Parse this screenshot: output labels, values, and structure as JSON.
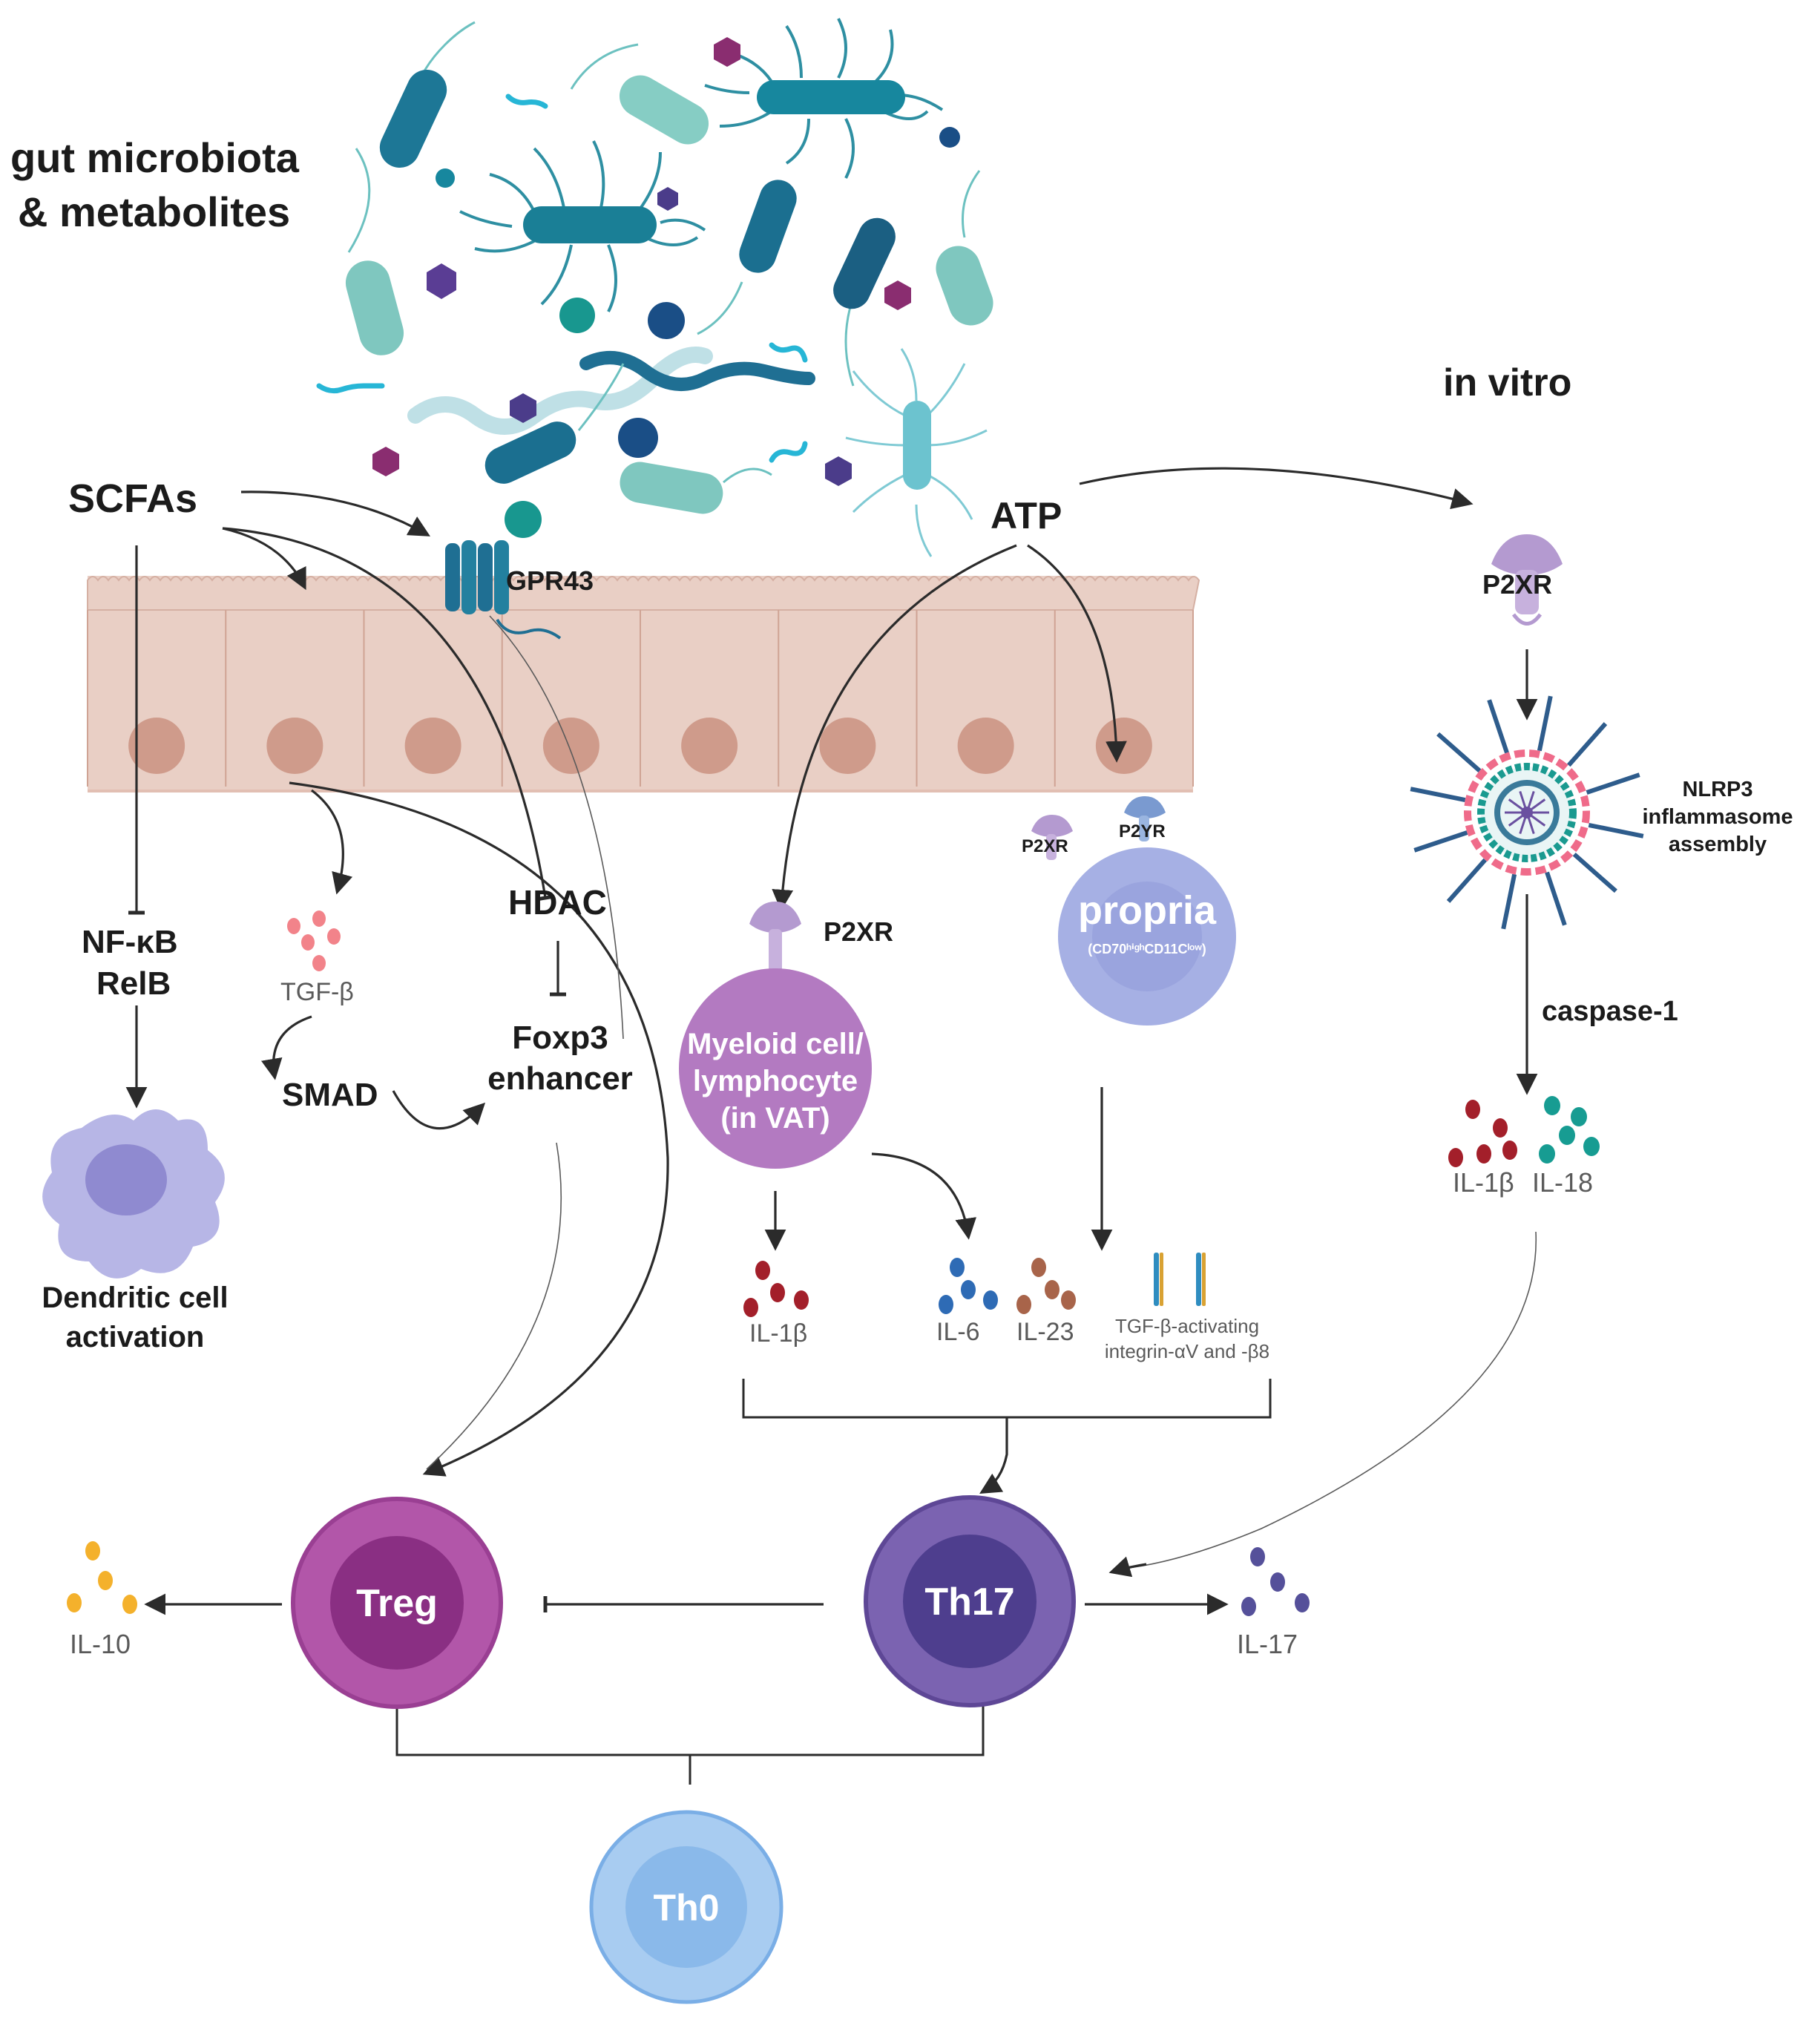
{
  "labels": {
    "gut_line1": "gut microbiota",
    "gut_line2": "& metabolites",
    "in_vitro": "in vitro",
    "scfas": "SCFAs",
    "gpr43": "GPR43",
    "atp": "ATP",
    "p2xr_right": "P2XR",
    "nlrp3_l1": "NLRP3",
    "nlrp3_l2": "inflammasome",
    "nlrp3_l3": "assembly",
    "caspase": "caspase-1",
    "nfkb": "NF-κB",
    "relb": "RelB",
    "dc_l1": "Dendritic cell",
    "dc_l2": "activation",
    "tgfb": "TGF-β",
    "smad": "SMAD",
    "hdac": "HDAC",
    "foxp3_l1": "Foxp3",
    "foxp3_l2": "enhancer",
    "p2xr_myeloid": "P2XR",
    "myeloid_l1": "Myeloid cell/",
    "myeloid_l2": "lymphocyte",
    "myeloid_l3": "(in VAT)",
    "propria_p2xr": "P2XR",
    "propria_p2yr": "P2YR",
    "propria": "propria",
    "propria_sub": "(CD70ʰⁱᵍʰCD11Cˡᵒʷ)",
    "il1b_mid": "IL-1β",
    "il6": "IL-6",
    "il23": "IL-23",
    "integrin_l1": "TGF-β-activating",
    "integrin_l2": "integrin-αV and -β8",
    "il1b_right": "IL-1β",
    "il18": "IL-18",
    "treg": "Treg",
    "th17": "Th17",
    "th0": "Th0",
    "il10": "IL-10",
    "il17": "IL-17"
  },
  "colors": {
    "epithelium": "#e9cfc5",
    "nucleus": "#cf9b8b",
    "treg": "#a3459a",
    "th17": "#6f58a8",
    "th0": "#8ab9ea",
    "myeloid": "#b37ac1",
    "propria": "#a6b0e4",
    "receptor": "#b49ad0",
    "il1b": "#a31f2a",
    "il6": "#2e6bb5",
    "il23": "#a8644a",
    "il18": "#179c92",
    "il10": "#f4b12c",
    "il17": "#55509a",
    "tgfb": "#f2838a"
  }
}
